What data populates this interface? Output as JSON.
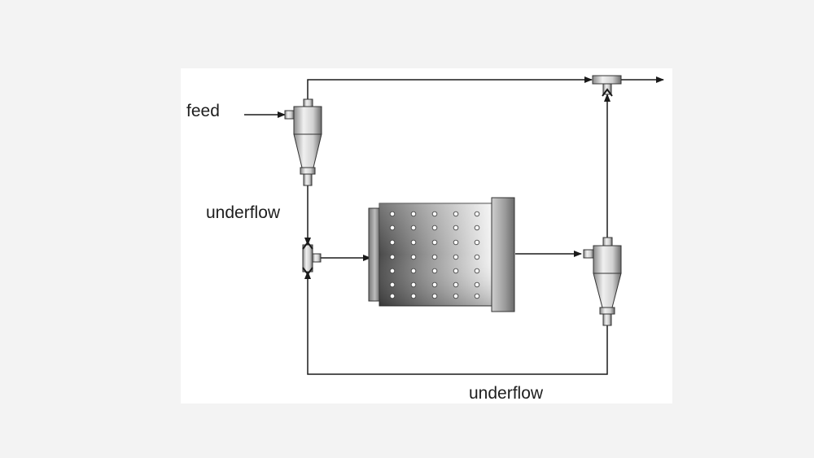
{
  "labels": {
    "feed": "feed",
    "underflow_primary": "underflow",
    "underflow_secondary": "underflow"
  },
  "colors": {
    "background": "#f3f3f3",
    "panel": "#ffffff",
    "line": "#1a1a1a",
    "equipment_light": "#e6e6e6",
    "equipment_dark": "#5a5a5a"
  },
  "icons": {
    "primary_cyclone": "hydrocyclone-icon",
    "secondary_cyclone": "hydrocyclone-icon",
    "ball_mill": "ball-mill-icon",
    "mixer_tee": "tee-junction-icon",
    "overflow_tee": "tee-junction-icon"
  }
}
